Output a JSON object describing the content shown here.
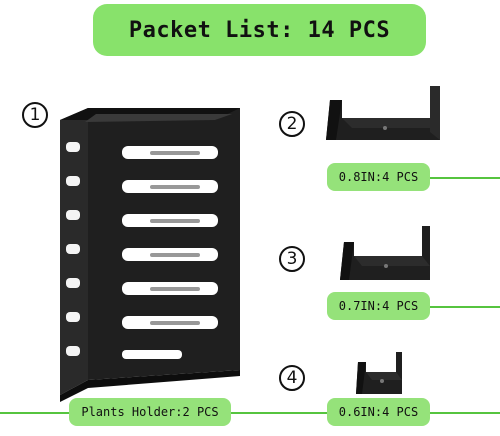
{
  "banner": {
    "title": "Packet List: 14 PCS"
  },
  "items": [
    {
      "number": "1",
      "label": "Plants Holder:2 PCS"
    },
    {
      "number": "2",
      "label": "0.8IN:4 PCS"
    },
    {
      "number": "3",
      "label": "0.7IN:4 PCS"
    },
    {
      "number": "4",
      "label": "0.6IN:4 PCS"
    }
  ],
  "colors": {
    "banner": "#88e26b",
    "tag": "#95e27a",
    "line": "#56c43f",
    "product": "#1f1f1f"
  }
}
